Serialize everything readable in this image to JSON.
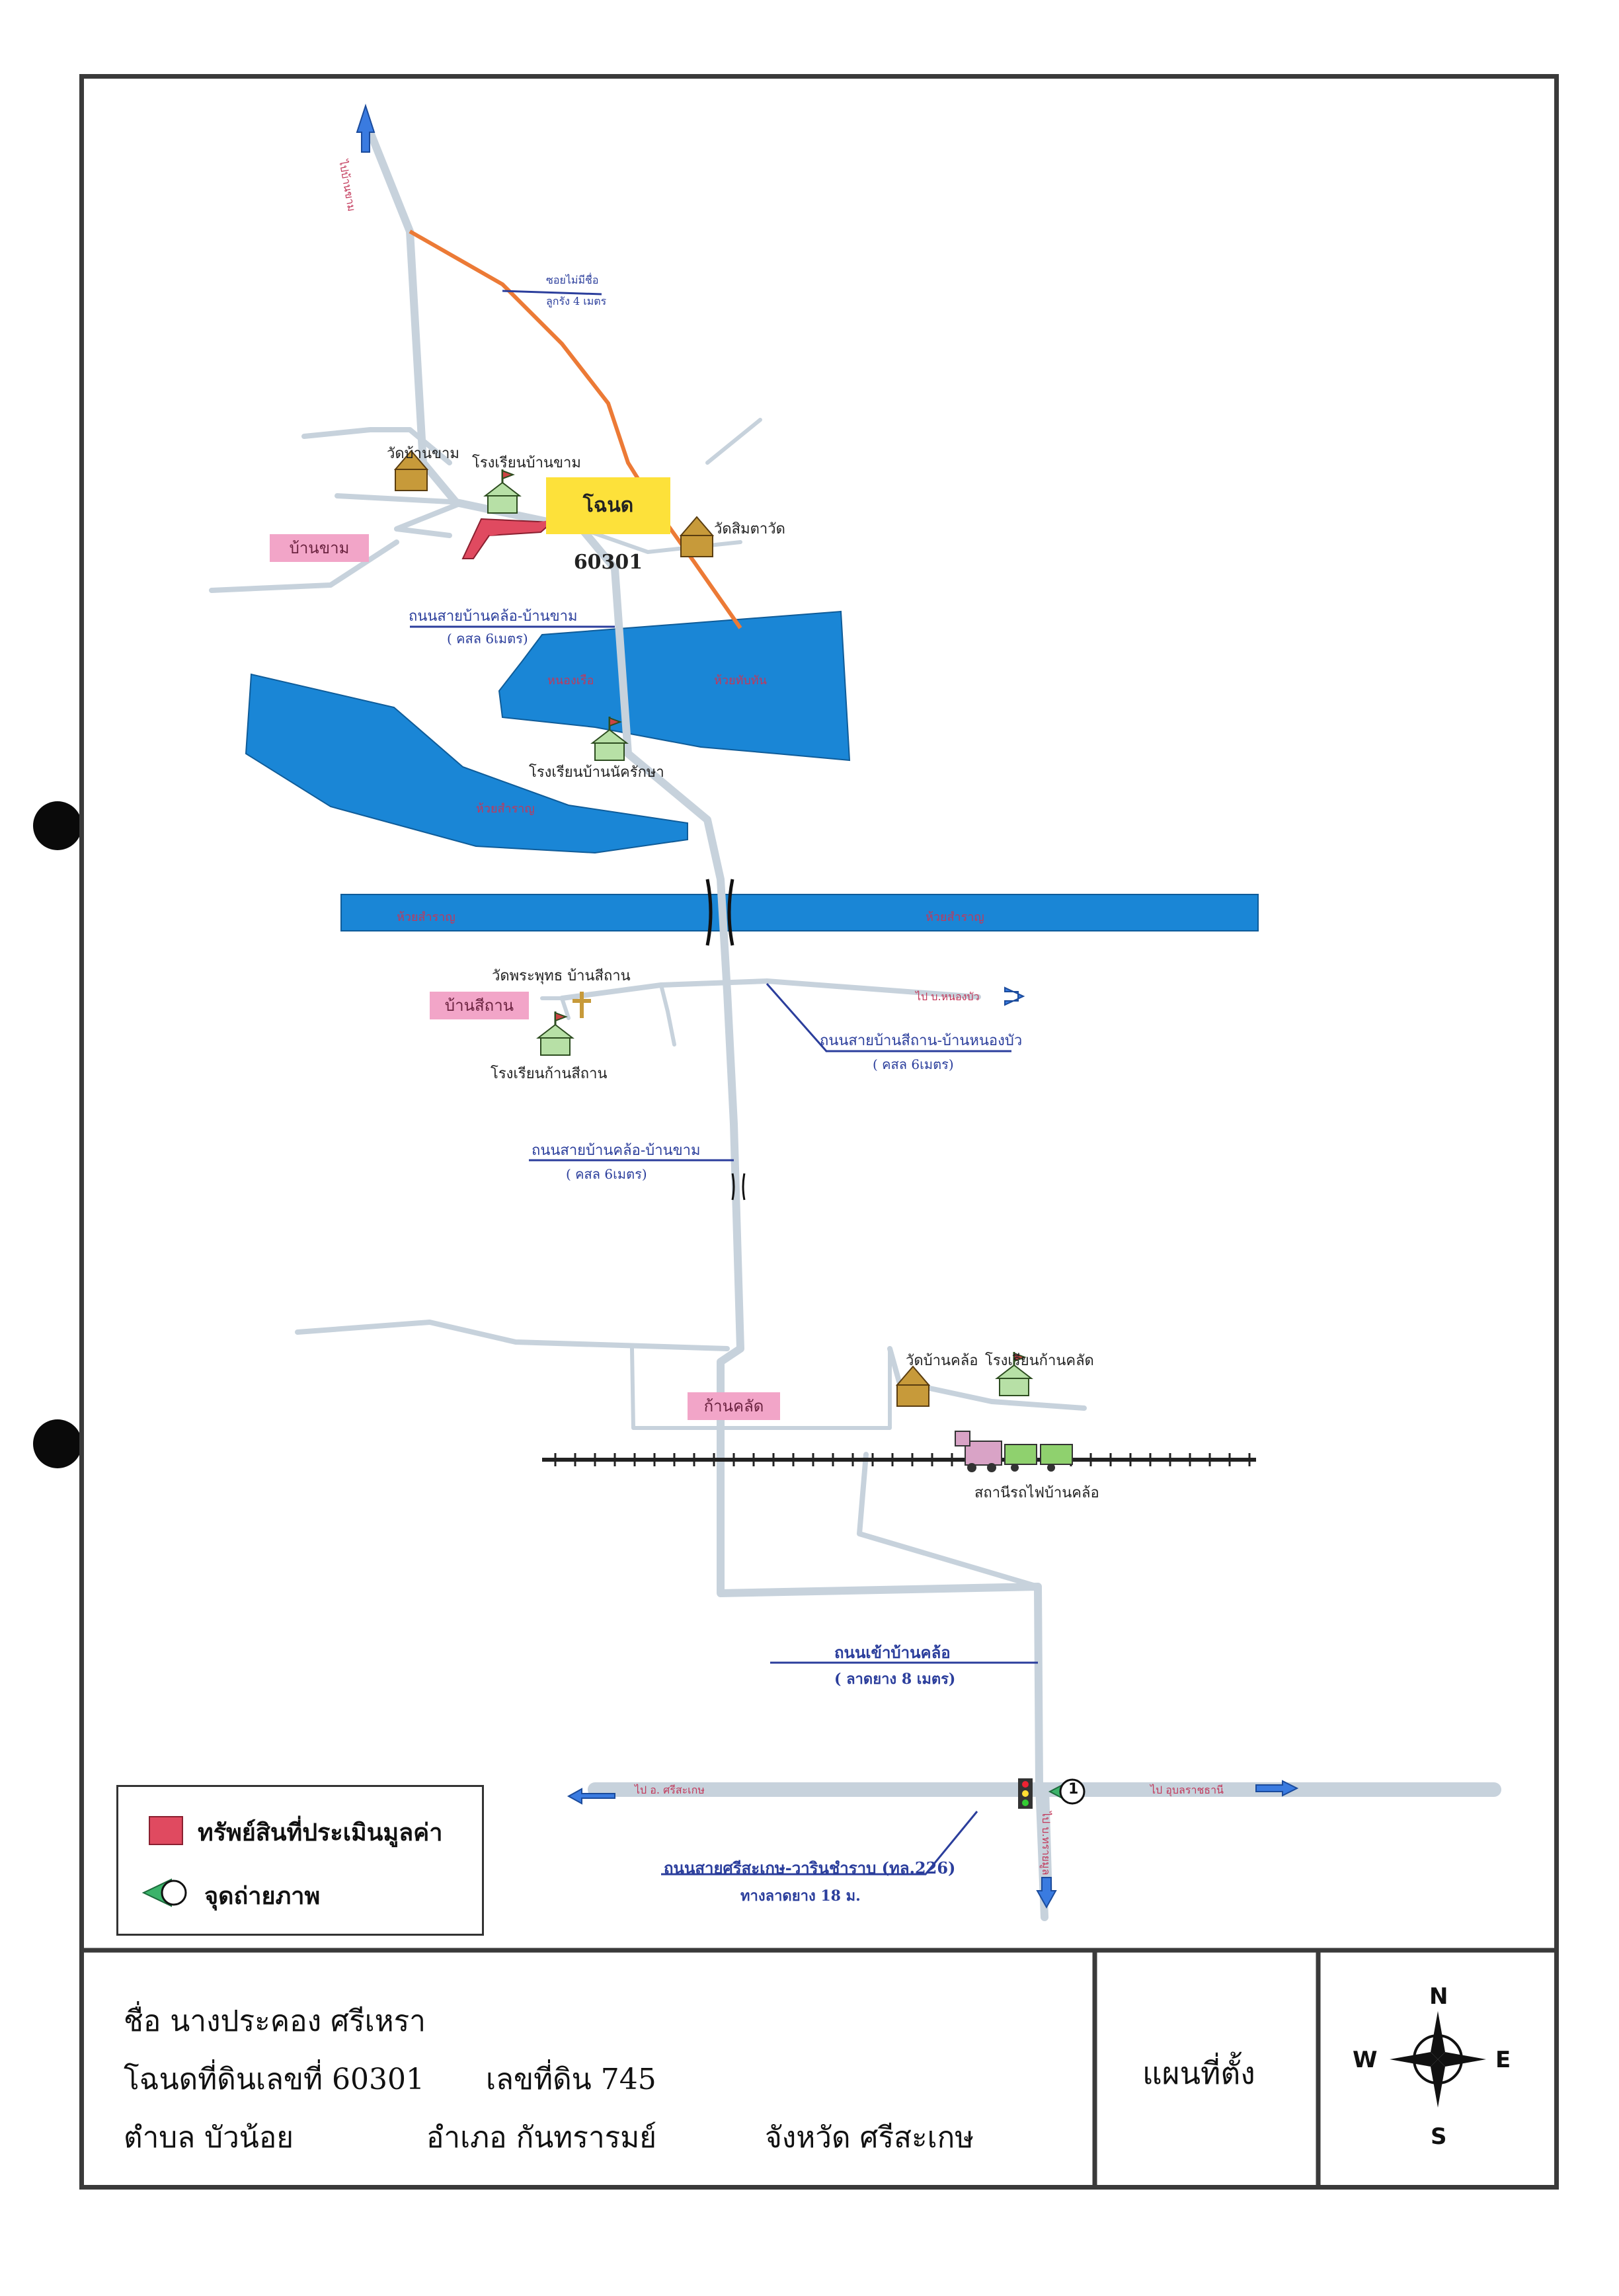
{
  "title_box": "โฉนด 60301",
  "villages": [
    "บ้านขาม",
    "บ้านสีถาน",
    "ก้านคลัด"
  ],
  "temples": [
    "วัดบ้านขาม",
    "วัดสิมตาวัด",
    "วัดพระพุทธ บ้านสีถาน",
    "วัดบ้านคล้อ"
  ],
  "schools": [
    "โรงเรียนบ้านขาม",
    "โรงเรียนบ้านนัครักษา",
    "โรงเรียนก้านสีถาน",
    "โรงเรียนก้านคลัด"
  ],
  "roads": {
    "alley": {
      "name": "ซอยไม่มีชื่อ",
      "detail": "ลูกรัง 4 เมตร"
    },
    "khlo_kham_1": {
      "name": "ถนนสายบ้านคล้อ-บ้านขาม",
      "detail": "( คสล 6เมตร)"
    },
    "sithan_nongbua": {
      "name": "ถนนสายบ้านสีถาน-บ้านหนองบัว",
      "detail": "( คสล 6เมตร)"
    },
    "khlo_kham_2": {
      "name": "ถนนสายบ้านคล้อ-บ้านขาม",
      "detail": "( คสล 6เมตร)"
    },
    "khlo_entry": {
      "name": "ถนนเข้าบ้านคล้อ",
      "detail": "( ลาดยาง 8 เมตร)"
    },
    "highway": {
      "name": "ถนนสายศรีสะเกษ-วารินชำราบ (ทล.226)",
      "detail": "ทางลาดยาง 18 ม."
    }
  },
  "direction_labels": {
    "north": "ไปบ้านขาม",
    "nongbua": "ไป บ.หนองบัว",
    "sisaket": "ไป อ. ศรีสะเกษ",
    "ubon": "ไป อุบลราชธานี",
    "south": "ไป บ.ทรายมูล"
  },
  "water_labels": [
    "หนองเรือ",
    "ห้วยทับทัน",
    "ห้วยสำราญ",
    "ห้วยสำราญ",
    "ห้วยสำราญ"
  ],
  "station": "สถานีรถไฟบ้านคล้อ",
  "photo_point_number": "1",
  "legend": {
    "asset_label": "ทรัพย์สินที่ประเมินมูลค่า",
    "photo_label": "จุดถ่ายภาพ"
  },
  "info": {
    "owner": "ชื่อ นางประคอง ศรีเหรา",
    "deed": "โฉนดที่ดินเลขที่ 60301",
    "land_no": "เลขที่ดิน 745",
    "subdistrict": "ตำบล  บัวน้อย",
    "district": "อำเภอ กันทรารมย์",
    "province": "จังหวัด ศรีสะเกษ"
  },
  "map_type": "แผนที่ตั้ง",
  "compass": {
    "n": "N",
    "s": "S",
    "e": "E",
    "w": "W"
  },
  "colors": {
    "road": "#c7d2dc",
    "water": "#1a86d6",
    "alley": "#ec7a36",
    "title_bg": "#fde13a",
    "asset": "#e04a60",
    "village_tag": "#f2a5c8",
    "leader_line": "#2b3e9c"
  }
}
